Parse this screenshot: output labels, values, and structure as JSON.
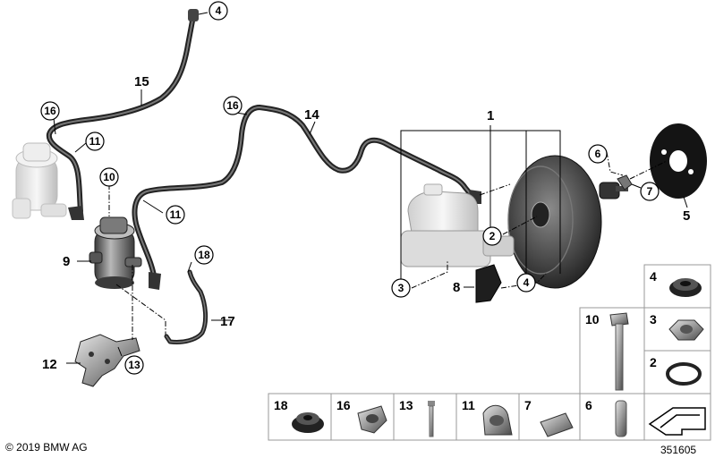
{
  "copyright": "© 2019 BMW AG",
  "diagram_number": "351605",
  "parts": {
    "p1": "1",
    "p2": "2",
    "p3": "3",
    "p4": "4",
    "p5": "5",
    "p6": "6",
    "p7": "7",
    "p8": "8",
    "p9": "9",
    "p10": "10",
    "p11": "11",
    "p12": "12",
    "p13": "13",
    "p14": "14",
    "p15": "15",
    "p16": "16",
    "p17": "17",
    "p18": "18"
  },
  "parts_table": {
    "right_column": [
      "4",
      "3",
      "2"
    ],
    "middle_cells": [
      "10",
      "6"
    ],
    "bottom_row": [
      "18",
      "16",
      "13",
      "11",
      "7",
      "6"
    ]
  }
}
